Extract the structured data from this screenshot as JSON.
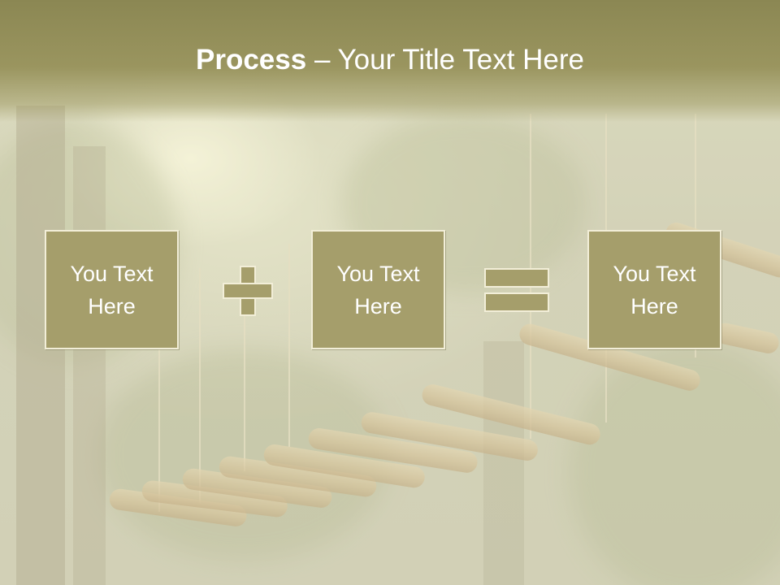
{
  "slide": {
    "title_bold": "Process",
    "title_rest": " – Your Title Text Here",
    "boxes": [
      {
        "label": "You Text Here"
      },
      {
        "label": "You Text Here"
      },
      {
        "label": "You Text Here"
      }
    ],
    "operators": [
      "plus-icon",
      "equals-icon"
    ],
    "background": "treetop-rope-course-photo",
    "colors": {
      "header": "#8b8753",
      "box_fill": "#a59e6b",
      "box_border": "#f2eed8",
      "text": "#ffffff"
    }
  }
}
